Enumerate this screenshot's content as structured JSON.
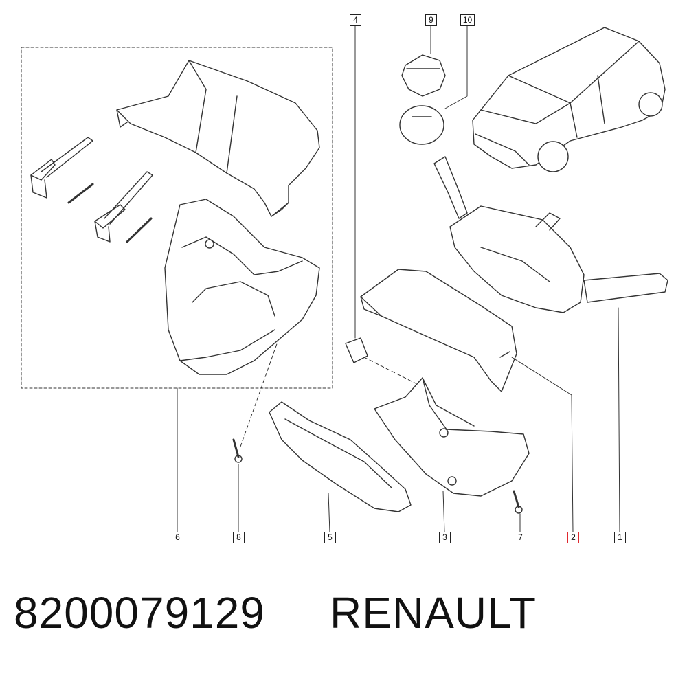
{
  "callouts": [
    {
      "id": "1",
      "label": "1",
      "highlighted": false
    },
    {
      "id": "2",
      "label": "2",
      "highlighted": true
    },
    {
      "id": "3",
      "label": "3",
      "highlighted": false
    },
    {
      "id": "4",
      "label": "4",
      "highlighted": false
    },
    {
      "id": "5",
      "label": "5",
      "highlighted": false
    },
    {
      "id": "6",
      "label": "6",
      "highlighted": false
    },
    {
      "id": "7",
      "label": "7",
      "highlighted": false
    },
    {
      "id": "8",
      "label": "8",
      "highlighted": false
    },
    {
      "id": "9",
      "label": "9",
      "highlighted": false
    },
    {
      "id": "10",
      "label": "10",
      "highlighted": false
    }
  ],
  "caption": {
    "part_number": "8200079129",
    "brand": "RENAULT"
  },
  "colors": {
    "line": "#333333",
    "part_fill": "#ffffff",
    "highlight": "#e0282e"
  }
}
